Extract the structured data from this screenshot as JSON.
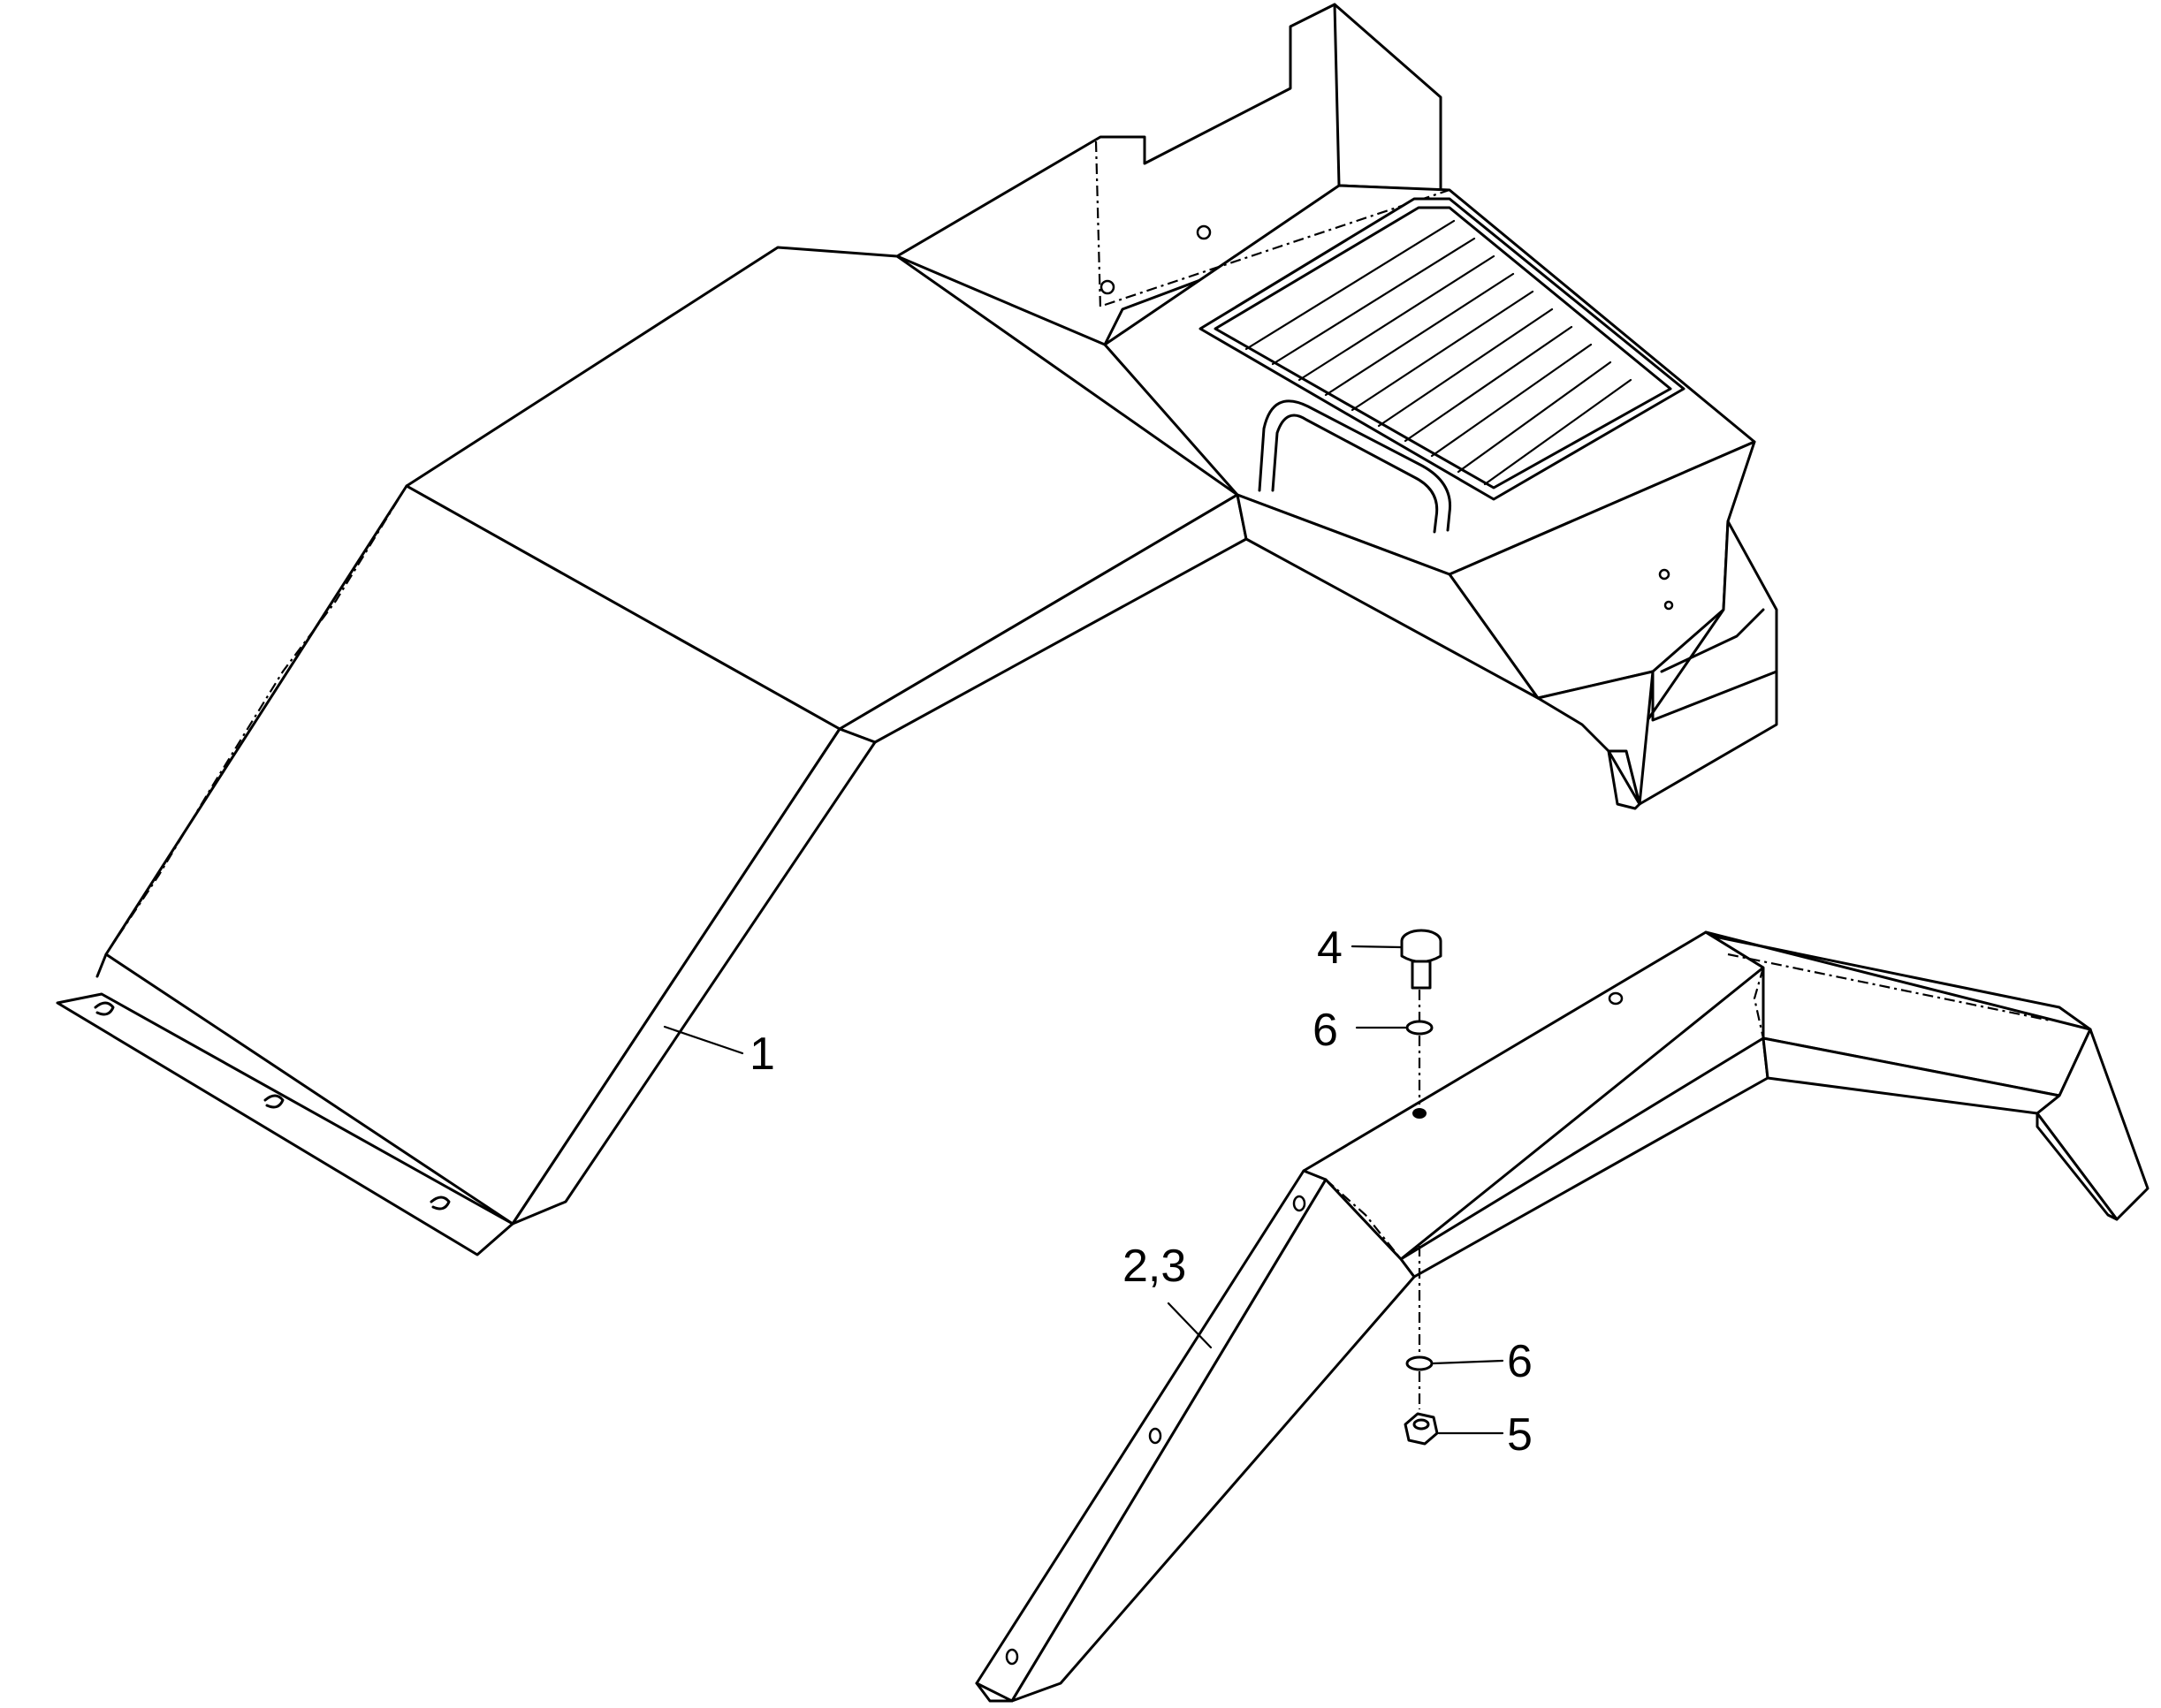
{
  "callouts": [
    {
      "id": "c1",
      "label": "1"
    },
    {
      "id": "c23",
      "label": "2,3"
    },
    {
      "id": "c4",
      "label": "4"
    },
    {
      "id": "c6a",
      "label": "6"
    },
    {
      "id": "c6b",
      "label": "6"
    },
    {
      "id": "c5",
      "label": "5"
    }
  ]
}
